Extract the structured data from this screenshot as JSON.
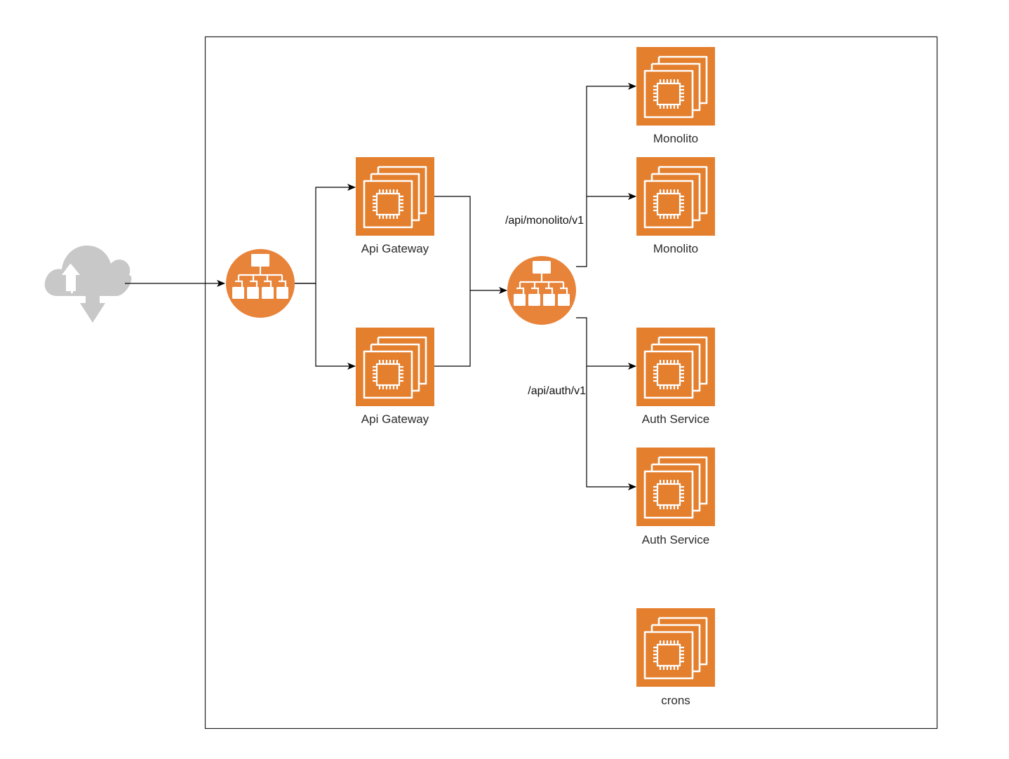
{
  "colors": {
    "compute_fill": "#E47F2E",
    "balancer_fill": "#E8833A",
    "icon_stroke": "#ffffff",
    "line": "#000000",
    "cloud": "#C8C8C8",
    "frame": "#222222"
  },
  "icons": {
    "internet": "cloud-upload-download-icon",
    "balancer": "load-balancer-icon",
    "compute": "ec2-instance-icon"
  },
  "nodes": {
    "gateway_1": {
      "label": "Api Gateway"
    },
    "gateway_2": {
      "label": "Api Gateway"
    },
    "monolito_1": {
      "label": "Monolito"
    },
    "monolito_2": {
      "label": "Monolito"
    },
    "auth_1": {
      "label": "Auth Service"
    },
    "auth_2": {
      "label": "Auth Service"
    },
    "crons": {
      "label": "crons"
    }
  },
  "edge_labels": {
    "monolito_route": "/api/monolito/v1",
    "auth_route": "/api/auth/v1"
  }
}
